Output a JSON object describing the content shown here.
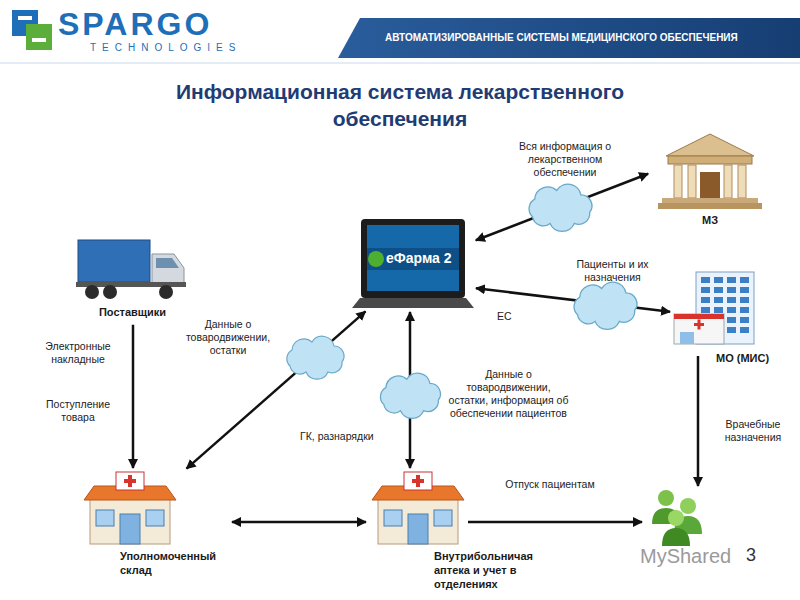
{
  "diagram": {
    "title": "Информационная система лекарственного обеспечения",
    "nodes": [
      {
        "text": [
          "МЗ"
        ]
      },
      {
        "text": [
          "еФарма 2"
        ]
      },
      {
        "text": [
          "Поставщики"
        ]
      },
      {
        "text": [
          "МО (МИС)"
        ]
      },
      {
        "text": [
          "Уполномоченный склад"
        ]
      },
      {
        "text": [
          "Внутрибольничая аптека и учет в отделениях"
        ]
      }
    ],
    "edges": [
      {
        "from": 1,
        "to": 0,
        "arrow": "both",
        "label": "Вся информация о лекарственном обеспечении"
      },
      {
        "from": 1,
        "to": 3,
        "arrow": "both",
        "label": "Пациенты и их назначения"
      },
      {
        "from": 2,
        "to": 4,
        "arrow": "to",
        "label": "Электронные накладные"
      },
      {
        "from": 4,
        "to": 1,
        "arrow": "both",
        "label": "Данные о товародвижении, остатки"
      },
      {
        "from": 1,
        "to": 5,
        "arrow": "both",
        "label": "Данные о товародвижении, остатки, информация об обеспечении пациентов"
      },
      {
        "from": 4,
        "to": 5,
        "arrow": "both"
      }
    ],
    "labels": [
      "SPARGO",
      "TECHNOLOGIES",
      "АВТОМАТИЗИРОВАННЫЕ СИСТЕМЫ МЕДИЦИНСКОГО ОБЕСПЕЧЕНИЯ",
      "ЕС",
      "Поступление товара",
      "ГК, разнарядки",
      "Отпуск пациентам",
      "Врачебные назначения",
      "MyShared",
      "3"
    ]
  }
}
